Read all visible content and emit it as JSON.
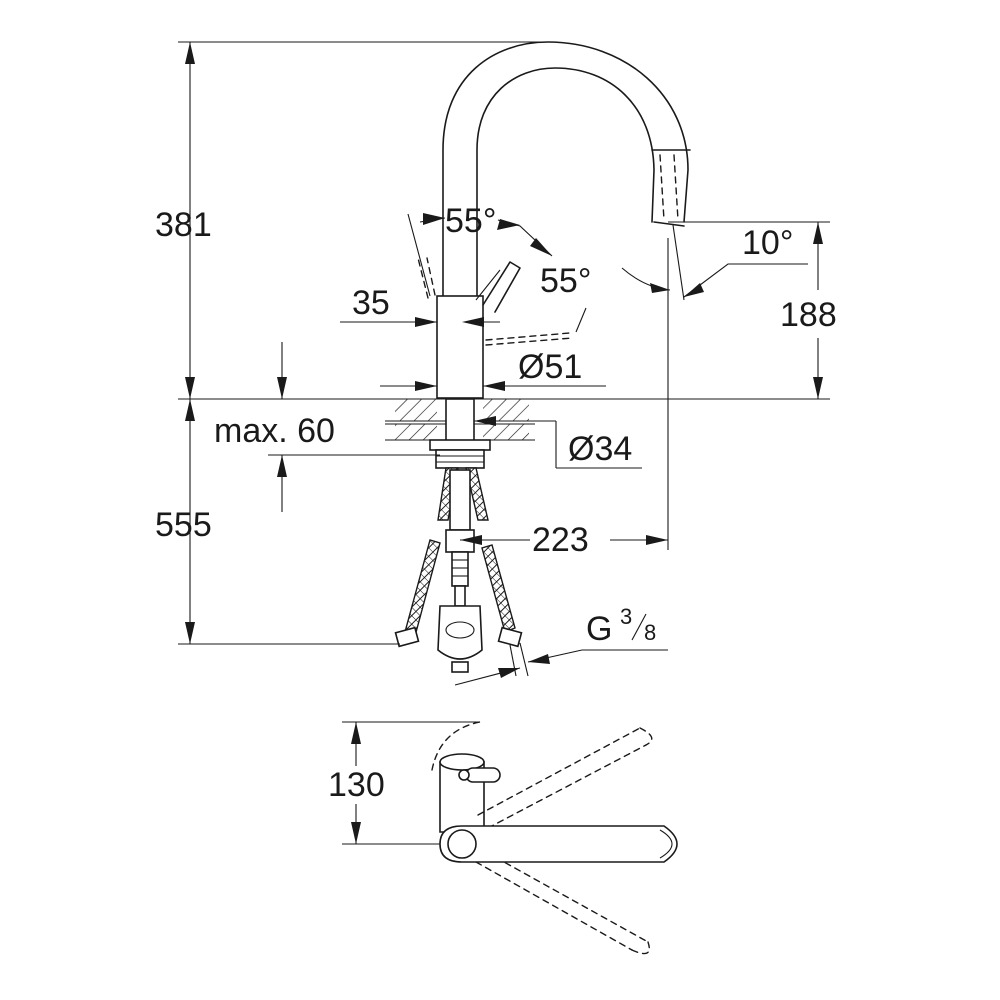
{
  "dimensions": {
    "height_above_deck": "381",
    "height_below_deck": "555",
    "lever_angle_front": "55°",
    "lever_angle_side": "55°",
    "lever_offset": "35",
    "base_diameter": "Ø51",
    "hole_diameter": "Ø34",
    "deck_thickness": "max. 60",
    "spout_reach": "223",
    "spray_angle": "10°",
    "spout_outlet_height": "188",
    "connection_thread": {
      "prefix": "G",
      "numerator": "3",
      "denominator": "8"
    },
    "plan_depth": "130"
  }
}
